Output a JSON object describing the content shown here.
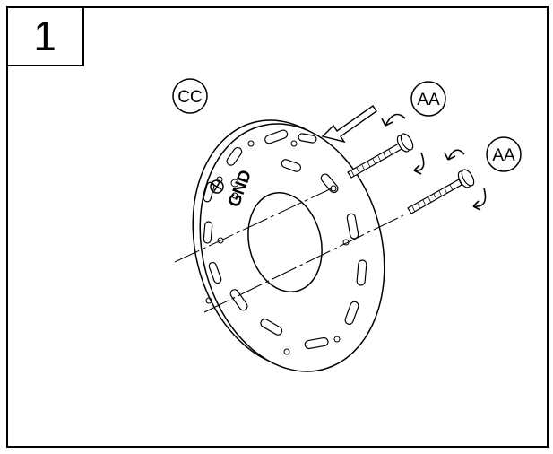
{
  "step": {
    "number": "1"
  },
  "labels": {
    "mounting_plate": "CC",
    "screw_top": "AA",
    "screw_bottom": "AA",
    "gnd_marking": "GND"
  }
}
